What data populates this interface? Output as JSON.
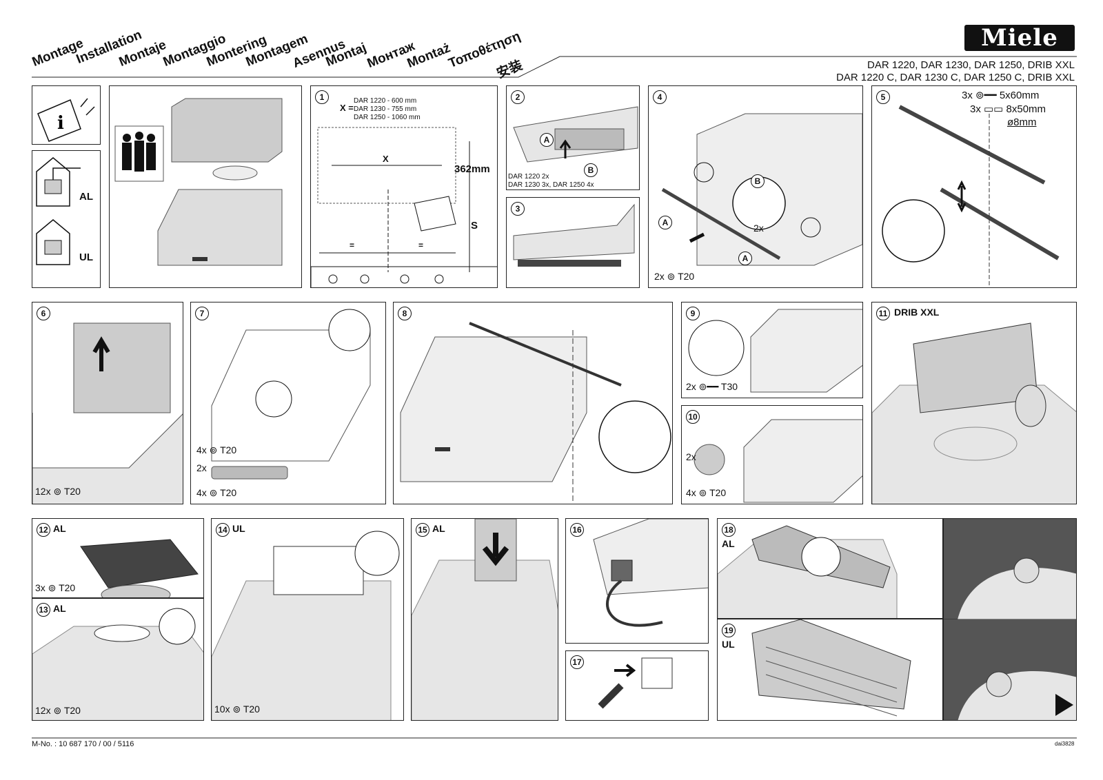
{
  "brand": "Miele",
  "languages": [
    "Montage",
    "Installation",
    "Montaje",
    "Montaggio",
    "Montering",
    "Montagem",
    "Asennus",
    "Montaj",
    "Монтаж",
    "Montaż",
    "Τοποθέτηση",
    "安装"
  ],
  "models": {
    "line1": "DAR 1220, DAR 1230,  DAR 1250, DRIB XXL",
    "line2": "DAR 1220 C, DAR 1230 C, DAR 1250 C, DRIB XXL"
  },
  "side": {
    "al": "AL",
    "ul": "UL"
  },
  "step1": {
    "num": "1",
    "x_label": "X",
    "eq": "=",
    "dims": [
      "DAR 1220 -   600 mm",
      "DAR 1230 -   755 mm",
      "DAR 1250 - 1060 mm"
    ],
    "height": "362mm",
    "x_mark": "X",
    "s_mark": "S",
    "equal_left": "=",
    "equal_right": "="
  },
  "step2": {
    "num": "2",
    "a": "A",
    "b": "B",
    "note1": "DAR 1220 2x",
    "note2": "DAR 1230 3x, DAR 1250 4x"
  },
  "step3": {
    "num": "3"
  },
  "step4": {
    "num": "4",
    "a": "A",
    "b": "B",
    "qty_b": "2x",
    "screw": "2x",
    "screw_type": "T20"
  },
  "step5": {
    "num": "5",
    "screw_qty": "3x",
    "screw_size": "5x60mm",
    "plug_qty": "3x",
    "plug_size": "8x50mm",
    "drill": "ø8mm"
  },
  "step6": {
    "num": "6",
    "qty": "12x",
    "type": "T20"
  },
  "step7": {
    "num": "7",
    "qty1": "4x",
    "type1": "T20",
    "qty2": "2x",
    "qty3": "4x",
    "type3": "T20"
  },
  "step8": {
    "num": "8"
  },
  "step9": {
    "num": "9",
    "qty": "2x",
    "type": "T30"
  },
  "step10": {
    "num": "10",
    "qty1": "2x",
    "qty2": "4x",
    "type2": "T20"
  },
  "step11": {
    "num": "11",
    "label": "DRIB XXL"
  },
  "step12": {
    "num": "12",
    "label": "AL",
    "qty": "3x",
    "type": "T20"
  },
  "step13": {
    "num": "13",
    "label": "AL",
    "qty": "12x",
    "type": "T20"
  },
  "step14": {
    "num": "14",
    "label": "UL",
    "qty": "10x",
    "type": "T20"
  },
  "step15": {
    "num": "15",
    "label": "AL"
  },
  "step16": {
    "num": "16"
  },
  "step17": {
    "num": "17"
  },
  "step18": {
    "num": "18",
    "label": "AL"
  },
  "step19": {
    "num": "19",
    "label": "UL"
  },
  "footer": {
    "doc_no": "M-No. : 10 687 170 / 00 / 5116",
    "ref": "dai3828"
  }
}
